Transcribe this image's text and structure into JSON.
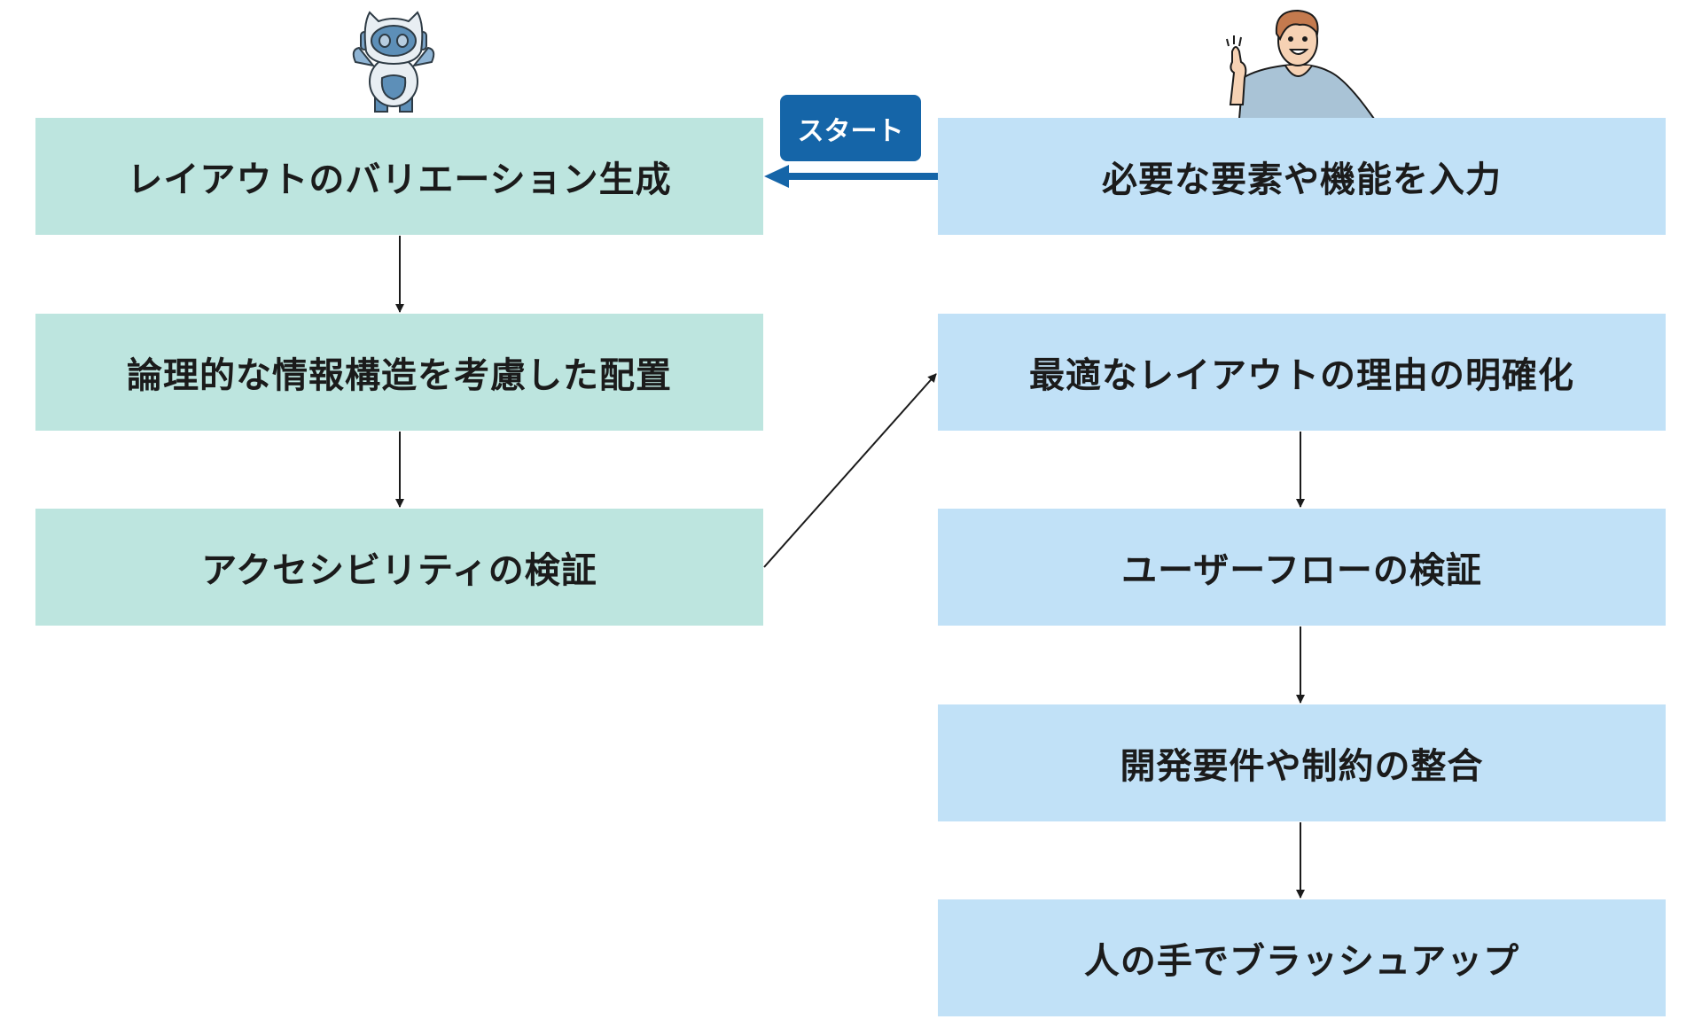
{
  "start_label": "スタート",
  "ai_column": {
    "illustration": "robot-icon",
    "steps": [
      "レイアウトのバリエーション生成",
      "論理的な情報構造を考慮した配置",
      "アクセシビリティの検証"
    ]
  },
  "human_column": {
    "illustration": "person-thumbs-up-icon",
    "steps": [
      "必要な要素や機能を入力",
      "最適なレイアウトの理由の明確化",
      "ユーザーフローの検証",
      "開発要件や制約の整合",
      "人の手でブラッシュアップ"
    ]
  },
  "colors": {
    "ai_box": "#bde5df",
    "human_box": "#c1e1f7",
    "start_button": "#1565a8",
    "arrow": "#1b1b1b"
  }
}
